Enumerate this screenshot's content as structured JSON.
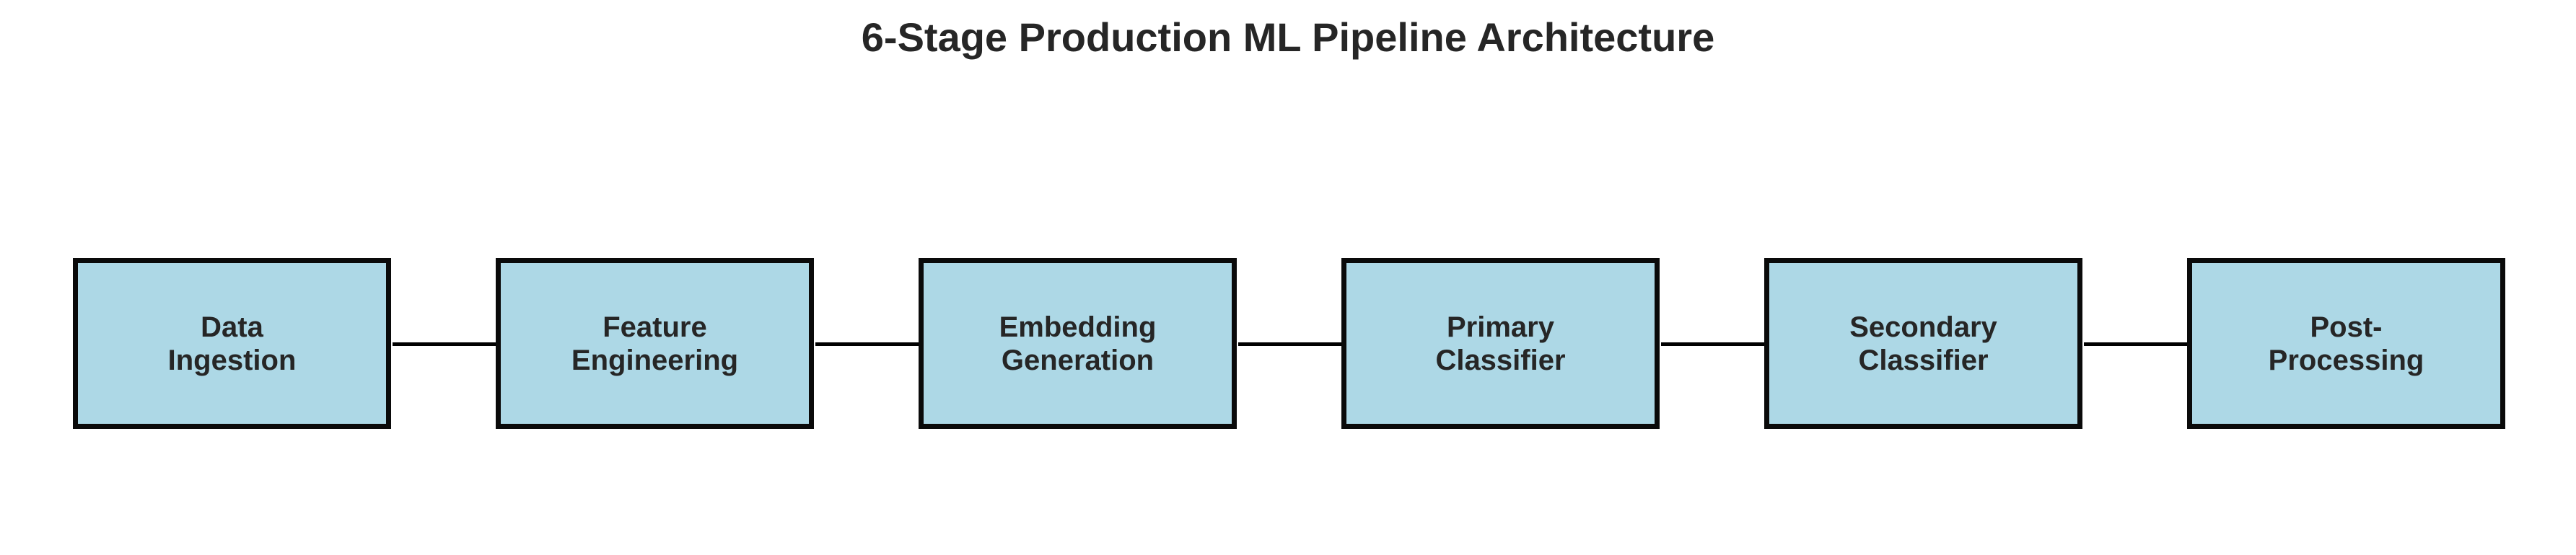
{
  "diagram": {
    "title": "6-Stage Production ML Pipeline Architecture",
    "colors": {
      "box_fill": "#add8e6",
      "box_border": "#0a0a0a",
      "connector": "#000000",
      "text": "#262626"
    },
    "stages": [
      {
        "line1": "Data",
        "line2": "Ingestion"
      },
      {
        "line1": "Feature",
        "line2": "Engineering"
      },
      {
        "line1": "Embedding",
        "line2": "Generation"
      },
      {
        "line1": "Primary",
        "line2": "Classifier"
      },
      {
        "line1": "Secondary",
        "line2": "Classifier"
      },
      {
        "line1": "Post-",
        "line2": "Processing"
      }
    ]
  }
}
